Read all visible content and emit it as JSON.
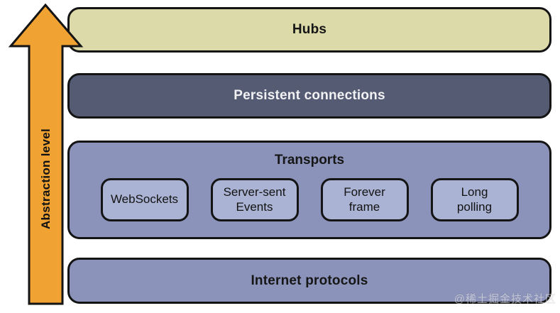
{
  "diagram": {
    "arrow_label": "Abstraction level",
    "layers": [
      {
        "label": "Hubs"
      },
      {
        "label": "Persistent connections"
      },
      {
        "label": "Transports",
        "children": [
          "WebSockets",
          "Server-sent\nEvents",
          "Forever\nframe",
          "Long\npolling"
        ]
      },
      {
        "label": "Internet protocols"
      }
    ],
    "watermark": "@稀土掘金技术社区"
  },
  "colors": {
    "hubs_bg": "#dbdaa8",
    "persistent_bg": "#545b72",
    "transports_bg": "#8b93ba",
    "transport_inner_bg": "#aab3d3",
    "internet_bg": "#8b93ba",
    "arrow_fill": "#f0a233",
    "outline": "#141414"
  }
}
